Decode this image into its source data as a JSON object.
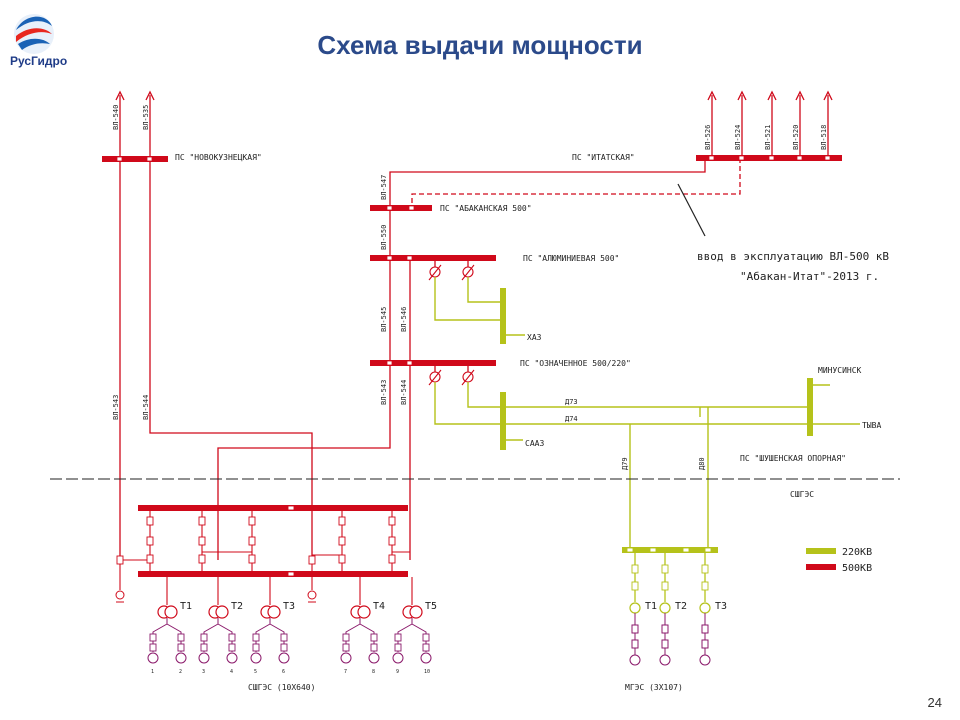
{
  "header": {
    "title": "Схема выдачи мощности",
    "logo_text": "РусГидро",
    "page_number": "24"
  },
  "colors": {
    "line_500": "#d0091a",
    "line_220": "#b5c21a",
    "purple": "#8b1a6b",
    "title": "#2b4a8a"
  },
  "substations": {
    "novokuznetskaya": "ПС \"НОВОКУЗНЕЦКАЯ\"",
    "itatskaya": "ПС \"ИТАТСКАЯ\"",
    "abakanskaya": "ПС \"АБАКАНСКАЯ 500\"",
    "aluminievaya": "ПС \"АЛЮМИНИЕВАЯ 500\"",
    "oznachennoe": "ПС \"ОЗНАЧЕННОЕ 500/220\"",
    "shushenskaya": "ПС \"ШУШЕНСКАЯ ОПОРНАЯ\""
  },
  "lines": {
    "vl540": "ВЛ-540",
    "vl535": "ВЛ-535",
    "vl526": "ВЛ-526",
    "vl524": "ВЛ-524",
    "vl521": "ВЛ-521",
    "vl520": "ВЛ-520",
    "vl518": "ВЛ-518",
    "vl547": "ВЛ-547",
    "vl550": "ВЛ-550",
    "vl545": "ВЛ-545",
    "vl546": "ВЛ-546",
    "vl543a": "ВЛ-543",
    "vl544a": "ВЛ-544",
    "vl543b": "ВЛ-543",
    "vl544b": "ВЛ-544",
    "d73": "Д73",
    "d74": "Д74",
    "d79": "Д79",
    "d80": "Д80"
  },
  "consumers": {
    "khaz": "ХАЗ",
    "saaz": "СААЗ",
    "minusinsk": "МИНУСИНСК",
    "tyva": "ТЫВА"
  },
  "note": {
    "line1": "ввод в эксплуатацию ВЛ-500 кВ",
    "line2": "\"Абакан-Итат\"-2013 г."
  },
  "plants": {
    "sshges": "СШГЭС",
    "sshges_caption": "СШГЭС  (10Х640)",
    "mges_caption": "МГЭС  (3Х107)"
  },
  "transformers": {
    "sshges": [
      "Т1",
      "Т2",
      "Т3",
      "Т4",
      "Т5"
    ],
    "mges": [
      "Т1",
      "Т2",
      "Т3"
    ]
  },
  "generator_numbers": [
    "1",
    "2",
    "3",
    "4",
    "5",
    "6",
    "7",
    "8",
    "9",
    "10"
  ],
  "legend": {
    "kv220": "220КВ",
    "kv500": "500КВ"
  }
}
